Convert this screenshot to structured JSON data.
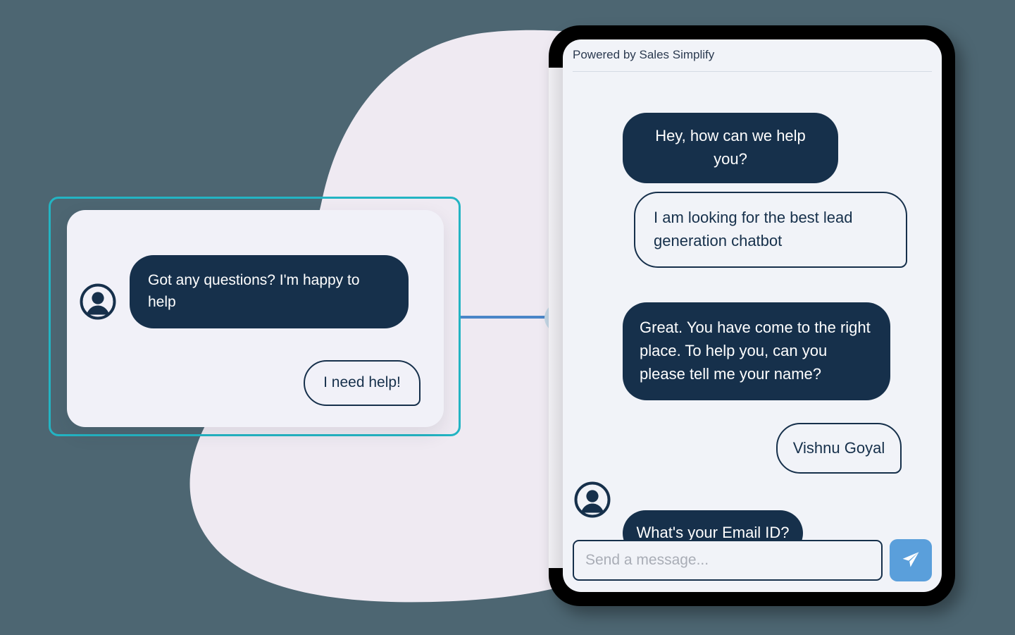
{
  "theme": {
    "page_background": "#4d6672",
    "blob_color": "#efeaf2",
    "navy": "#16304b",
    "teal_frame": "#23b4c3",
    "accent_blue": "#5a9fdb",
    "connector_blue": "#4a86c8",
    "screen_background": "#f1f3f8",
    "card_background": "#f1f1f8",
    "placeholder_gray": "#a9adb6"
  },
  "left_preview": {
    "avatar_icon": "user-avatar-icon",
    "messages": [
      {
        "id": "bot-greeting",
        "sender": "bot",
        "style": "filled",
        "text": "Got any questions? I'm happy to help"
      },
      {
        "id": "user-need-help",
        "sender": "user",
        "style": "outline",
        "text": "I need help!"
      }
    ]
  },
  "connector": {
    "node_icon": "connection-node-icon"
  },
  "phone": {
    "header": {
      "powered_by": "Powered by Sales Simplify"
    },
    "avatar_icon": "user-avatar-icon",
    "messages": [
      {
        "id": "bot-hey",
        "sender": "bot",
        "style": "filled",
        "text": "Hey, how can we help you?"
      },
      {
        "id": "user-lead-gen",
        "sender": "user",
        "style": "outline",
        "text": "I am looking for the best lead generation chatbot"
      },
      {
        "id": "bot-right-place",
        "sender": "bot",
        "style": "filled",
        "text": "Great. You have come to the right place. To help you, can you please tell me your name?"
      },
      {
        "id": "user-name",
        "sender": "user",
        "style": "outline",
        "text": "Vishnu Goyal"
      },
      {
        "id": "bot-email",
        "sender": "bot",
        "style": "filled",
        "text": "What's your Email ID?"
      }
    ],
    "composer": {
      "placeholder": "Send a message...",
      "input_value": "",
      "send_icon": "send-paper-plane-icon"
    }
  }
}
